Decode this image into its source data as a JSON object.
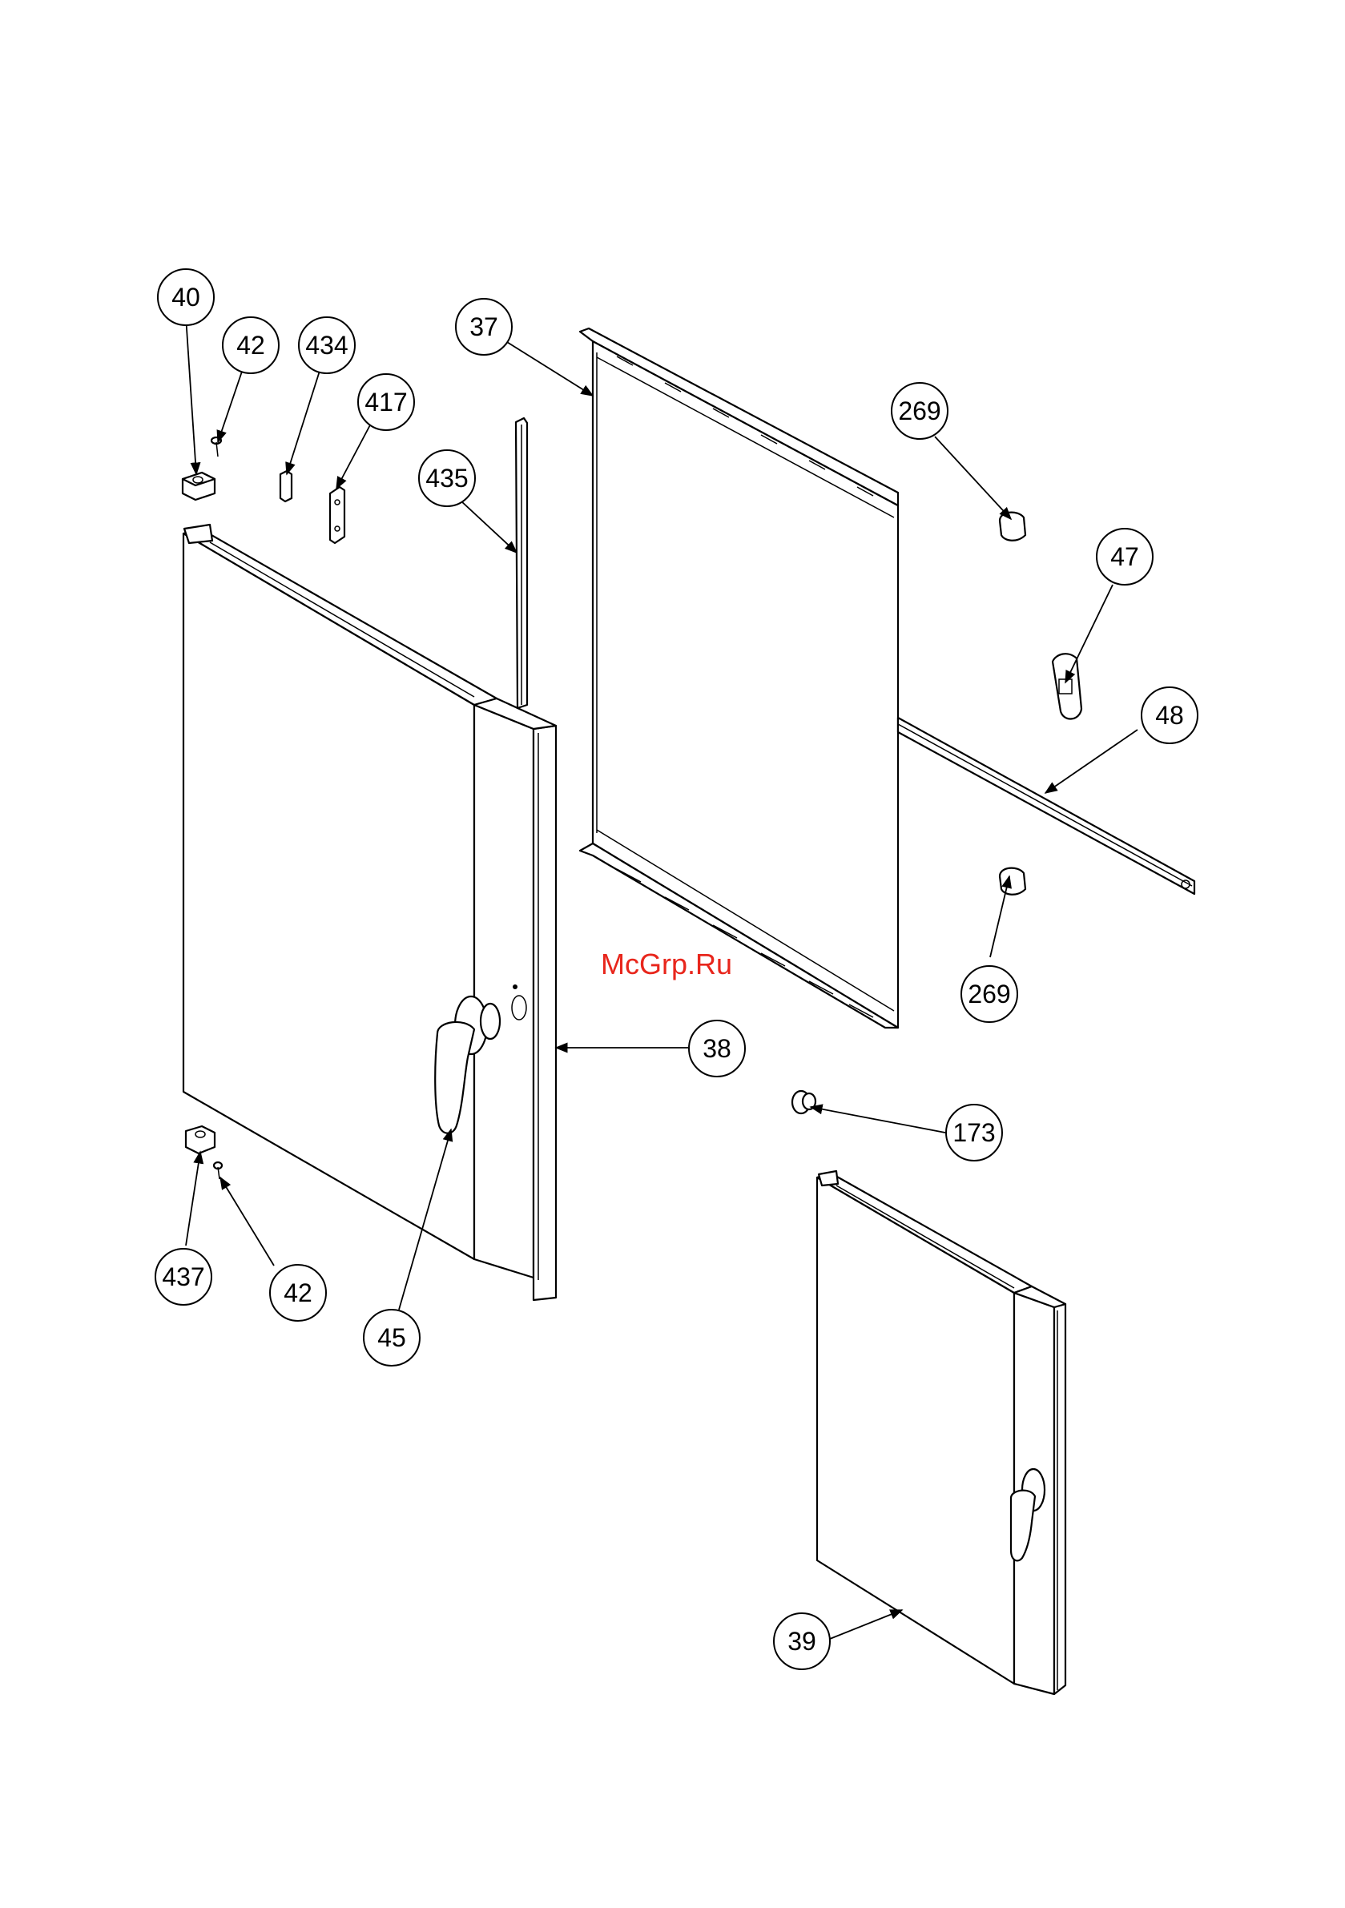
{
  "watermark": "McGrp.Ru",
  "callouts": [
    {
      "id": "c40",
      "label": "40"
    },
    {
      "id": "c42a",
      "label": "42"
    },
    {
      "id": "c434",
      "label": "434"
    },
    {
      "id": "c417",
      "label": "417"
    },
    {
      "id": "c435",
      "label": "435"
    },
    {
      "id": "c37",
      "label": "37"
    },
    {
      "id": "c269a",
      "label": "269"
    },
    {
      "id": "c47",
      "label": "47"
    },
    {
      "id": "c48",
      "label": "48"
    },
    {
      "id": "c269b",
      "label": "269"
    },
    {
      "id": "c38",
      "label": "38"
    },
    {
      "id": "c173",
      "label": "173"
    },
    {
      "id": "c437",
      "label": "437"
    },
    {
      "id": "c42b",
      "label": "42"
    },
    {
      "id": "c45",
      "label": "45"
    },
    {
      "id": "c39",
      "label": "39"
    }
  ]
}
